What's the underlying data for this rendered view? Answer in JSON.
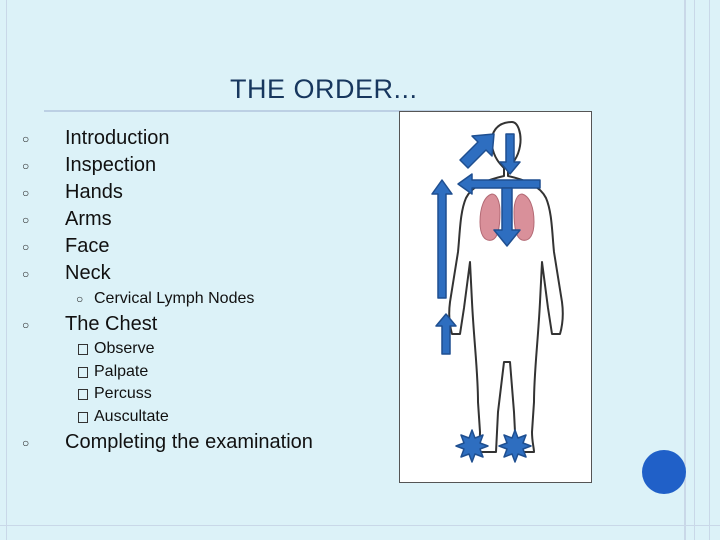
{
  "slide": {
    "title": "THE ORDER...",
    "items": [
      {
        "text": "Introduction"
      },
      {
        "text": "Inspection"
      },
      {
        "text": "Hands"
      },
      {
        "text": "Arms"
      },
      {
        "text": "Face"
      },
      {
        "text": "Neck"
      }
    ],
    "neck_sub": "Cervical Lymph Nodes",
    "chest": {
      "text": "The Chest",
      "subs": [
        "Observe",
        "Palpate",
        "Percuss",
        "Auscultate"
      ]
    },
    "closing": "Completing the examination"
  },
  "figure": {
    "icon": "human-body-outline-with-arrows",
    "arrow_color": "#2e6ec0",
    "lung_color": "#d9909a"
  },
  "colors": {
    "background": "#dcf2f8",
    "title": "#17375e",
    "accent": "#2060c8"
  }
}
